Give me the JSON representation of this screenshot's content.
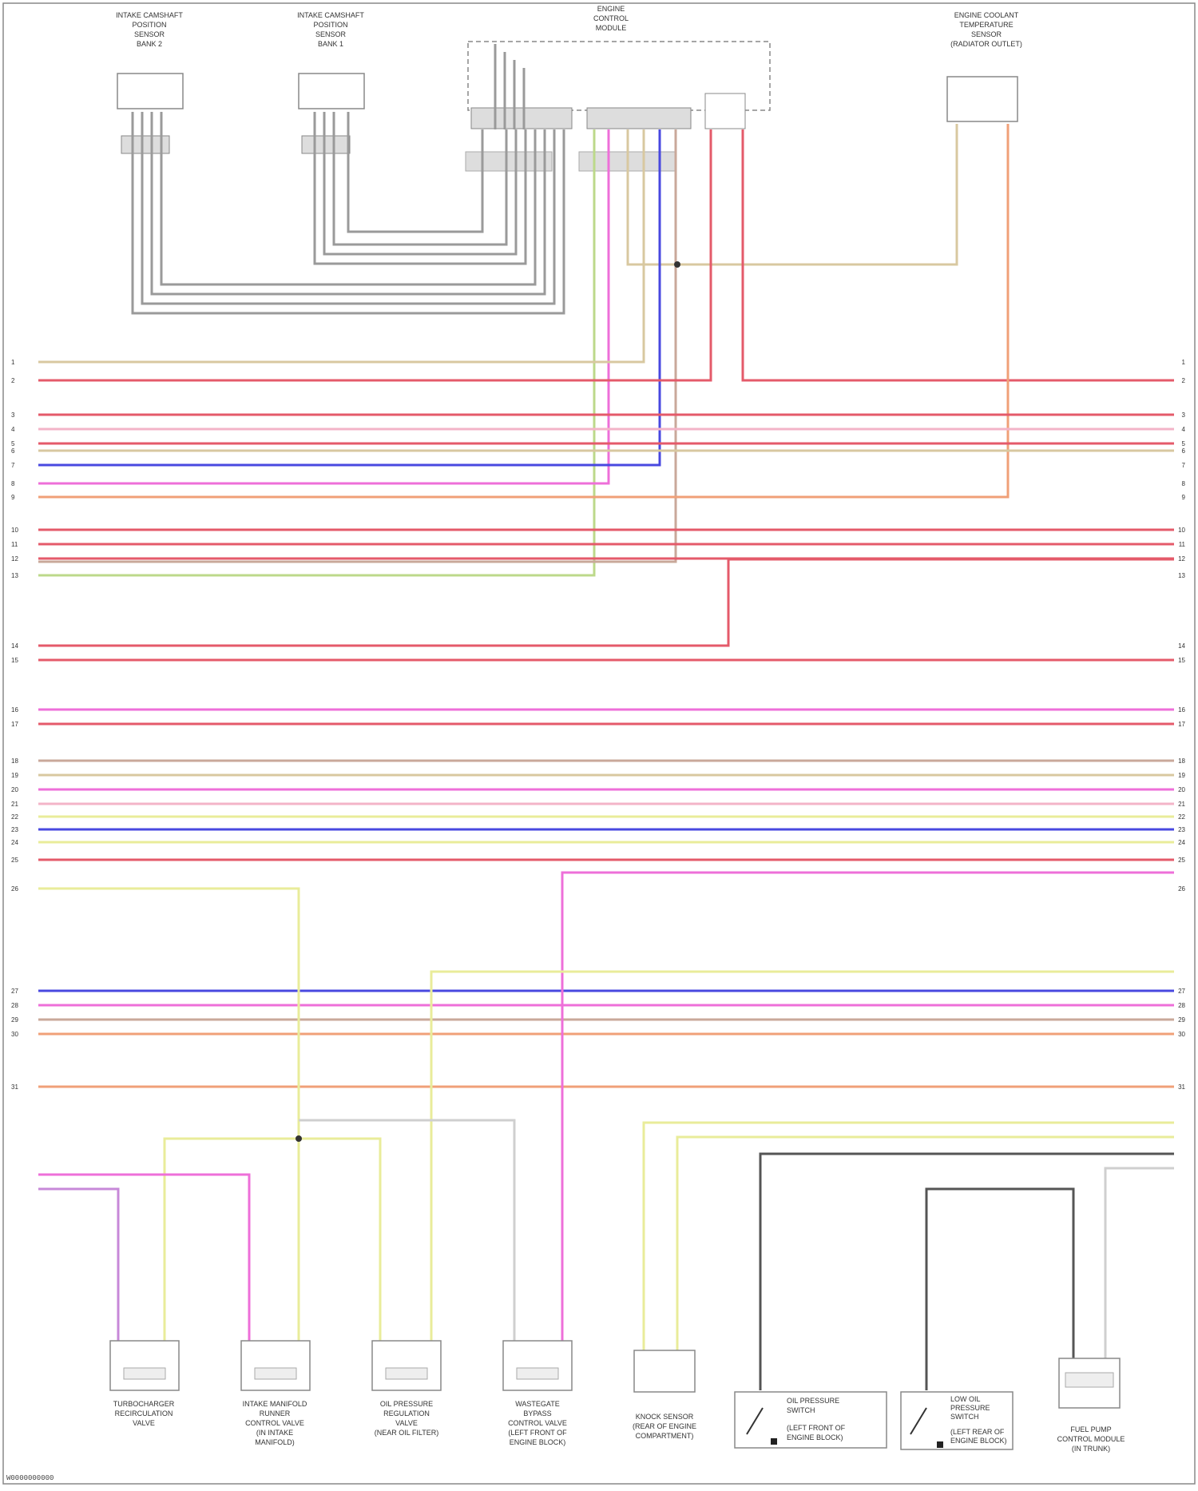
{
  "diagram_code": "W0000000000",
  "top_components": [
    {
      "id": "bank2-intake-sensor",
      "label_lines": [
        "INTAKE CAMSHAFT",
        "POSITION",
        "SENSOR",
        "BANK 2"
      ]
    },
    {
      "id": "bank1-intake-sensor",
      "label_lines": [
        "INTAKE CAMSHAFT",
        "POSITION",
        "SENSOR",
        "BANK 1"
      ]
    },
    {
      "id": "ecm",
      "label_lines": [
        "ENGINE",
        "CONTROL",
        "MODULE"
      ]
    },
    {
      "id": "coolant-temp-sensor",
      "label_lines": [
        "ENGINE COOLANT",
        "TEMPERATURE",
        "SENSOR",
        "(RADIATOR OUTLET)"
      ]
    }
  ],
  "bottom_components": [
    {
      "id": "turbo-recirculation-valve",
      "label_lines": [
        "TURBOCHARGER",
        "RECIRCULATION",
        "VALVE"
      ]
    },
    {
      "id": "intake-manifold-runner-valve",
      "label_lines": [
        "INTAKE MANIFOLD",
        "RUNNER",
        "CONTROL VALVE",
        "(IN INTAKE",
        "MANIFOLD)"
      ]
    },
    {
      "id": "oil-pressure-regulation-valve",
      "label_lines": [
        "OIL PRESSURE",
        "REGULATION",
        "VALVE",
        "(NEAR OIL FILTER)"
      ]
    },
    {
      "id": "wastegate-valve",
      "label_lines": [
        "WASTEGATE",
        "BYPASS",
        "CONTROL VALVE",
        "(LEFT FRONT OF",
        "ENGINE BLOCK)"
      ]
    },
    {
      "id": "knock-sensor",
      "label_lines": [
        "KNOCK SENSOR",
        "(REAR OF ENGINE",
        "COMPARTMENT)"
      ]
    },
    {
      "id": "oil-pressure-switch",
      "label_lines": [
        "OIL PRESSURE",
        "SWITCH",
        "(LEFT FRONT OF",
        "ENGINE BLOCK)"
      ]
    },
    {
      "id": "low-oil-pressure-switch",
      "label_lines": [
        "LOW OIL",
        "PRESSURE",
        "SWITCH",
        "(LEFT REAR OF",
        "ENGINE BLOCK)"
      ]
    },
    {
      "id": "fuel-pump-control-module",
      "label_lines": [
        "FUEL PUMP",
        "CONTROL MODULE",
        "(IN TRUNK)"
      ]
    }
  ],
  "pin_number_left": [
    "1",
    "2",
    "3",
    "4",
    "5",
    "6",
    "7",
    "8",
    "9",
    "10",
    "11",
    "12",
    "13",
    "14",
    "15",
    "16",
    "17",
    "18",
    "19",
    "20",
    "21",
    "22",
    "23",
    "24",
    "25",
    "26",
    "27",
    "28",
    "29",
    "30",
    "31"
  ],
  "pin_number_right": [
    "1",
    "2",
    "3",
    "4",
    "5",
    "6",
    "7",
    "8",
    "9",
    "10",
    "11",
    "12",
    "13",
    "14",
    "15",
    "16",
    "17",
    "18",
    "19",
    "20",
    "21",
    "22",
    "23",
    "24",
    "25",
    "26",
    "27",
    "28",
    "29",
    "30",
    "31"
  ],
  "colors": {
    "gray": "#9a9a9a",
    "dark_gray": "#555555",
    "red": "#e45a6a",
    "pink": "#ee6fd9",
    "blue": "#4848e0",
    "green": "#bcd98a",
    "yellow": "#e9ec9a",
    "orange": "#f0a078",
    "brown": "#c9a89a",
    "tan": "#d8c8a0",
    "light_pink": "#f3b4c8",
    "violet": "#c788d8"
  }
}
